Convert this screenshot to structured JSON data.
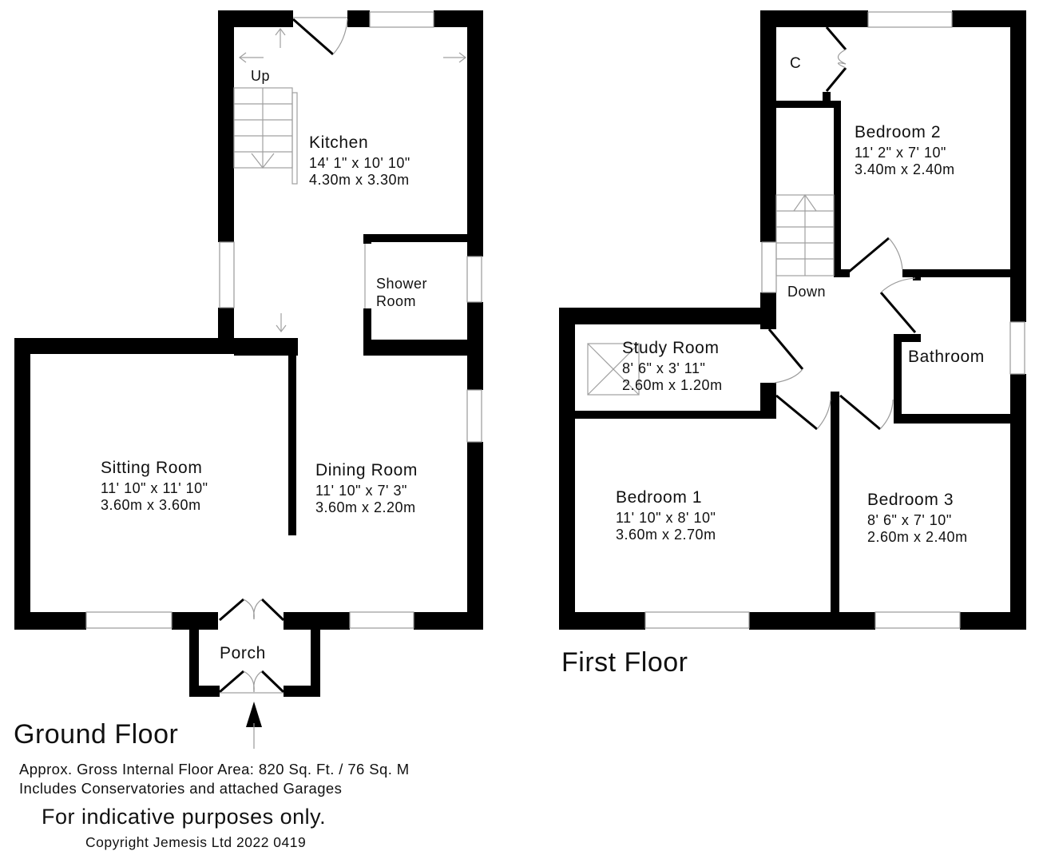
{
  "ground_floor": {
    "title": "Ground Floor",
    "rooms": {
      "kitchen": {
        "name": "Kitchen",
        "imperial": "14' 1\" x 10' 10\"",
        "metric": "4.30m x 3.30m"
      },
      "shower_room": {
        "name_line1": "Shower",
        "name_line2": "Room"
      },
      "sitting_room": {
        "name": "Sitting Room",
        "imperial": "11' 10\" x 11' 10\"",
        "metric": "3.60m x 3.60m"
      },
      "dining_room": {
        "name": "Dining Room",
        "imperial": "11' 10\" x 7' 3\"",
        "metric": "3.60m x 2.20m"
      },
      "porch": {
        "name": "Porch"
      }
    },
    "stairs_label": "Up",
    "entrance_icon": "entrance-arrow-icon"
  },
  "first_floor": {
    "title": "First Floor",
    "rooms": {
      "bedroom_2": {
        "name": "Bedroom 2",
        "imperial": "11' 2\" x 7' 10\"",
        "metric": "3.40m x 2.40m"
      },
      "cupboard": {
        "name": "C"
      },
      "bathroom": {
        "name": "Bathroom"
      },
      "study_room": {
        "name": "Study Room",
        "imperial": "8' 6\" x 3' 11\"",
        "metric": "2.60m x 1.20m"
      },
      "bedroom_1": {
        "name": "Bedroom 1",
        "imperial": "11' 10\" x 8' 10\"",
        "metric": "3.60m x 2.70m"
      },
      "bedroom_3": {
        "name": "Bedroom 3",
        "imperial": "8' 6\" x 7' 10\"",
        "metric": "2.60m x 2.40m"
      }
    },
    "stairs_label": "Down"
  },
  "footer": {
    "area_line": "Approx. Gross Internal Floor Area: 820 Sq. Ft. / 76 Sq. M",
    "includes_line": "Includes Conservatories and attached Garages",
    "disclaimer": "For indicative purposes only.",
    "copyright": "Copyright Jemesis Ltd 2022 0419"
  },
  "colors": {
    "wall": "#000000",
    "background": "#ffffff",
    "fixture_line": "#9a9a9a"
  }
}
